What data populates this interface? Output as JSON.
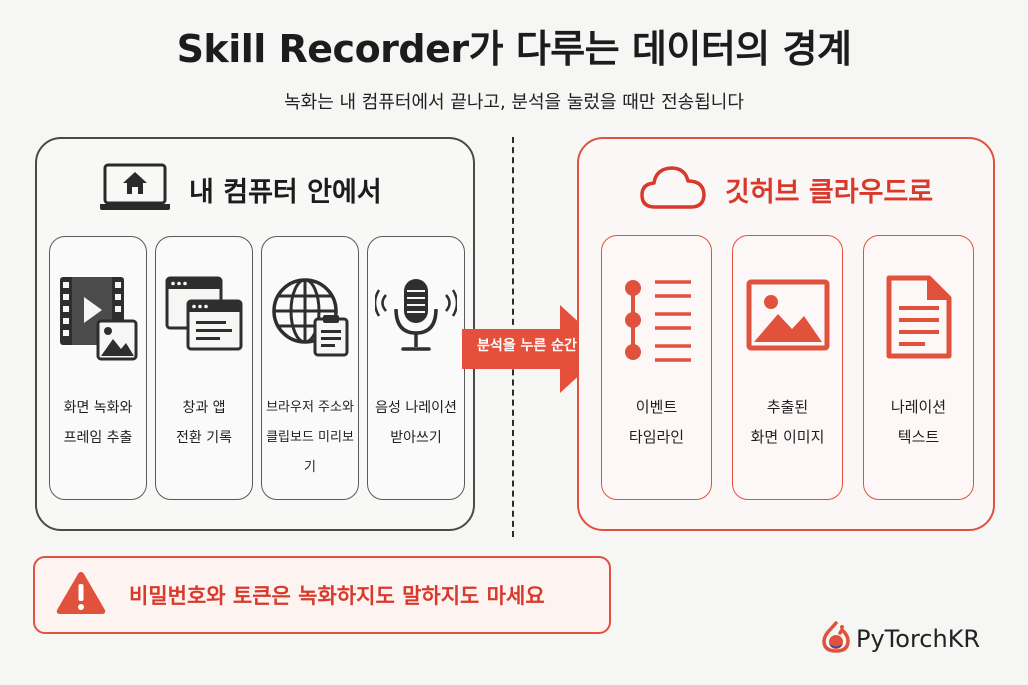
{
  "title": "Skill Recorder가 다루는 데이터의 경계",
  "subtitle": "녹화는 내 컴퓨터에서 끝나고, 분석을 눌렀을 때만 전송됩니다",
  "local": {
    "heading": "내 컴퓨터 안에서",
    "icon": "home-laptop-icon",
    "items": [
      {
        "icon": "video-film-icon",
        "line1": "화면 녹화와",
        "line2": "프레임 추출"
      },
      {
        "icon": "app-windows-icon",
        "line1": "창과 앱",
        "line2": "전환 기록"
      },
      {
        "icon": "globe-clipboard-icon",
        "line1": "브라우저 주소와",
        "line2": "클립보드 미리보기"
      },
      {
        "icon": "microphone-icon",
        "line1": "음성 나레이션",
        "line2": "받아쓰기"
      }
    ]
  },
  "arrow_label": "분석을 누른 순간",
  "cloud": {
    "heading": "깃허브 클라우드로",
    "icon": "cloud-icon",
    "items": [
      {
        "icon": "timeline-icon",
        "line1": "이벤트",
        "line2": "타임라인"
      },
      {
        "icon": "image-icon",
        "line1": "추출된",
        "line2": "화면 이미지"
      },
      {
        "icon": "document-icon",
        "line1": "나레이션",
        "line2": "텍스트"
      }
    ]
  },
  "warning": {
    "icon": "warning-triangle-icon",
    "text": "비밀번호와 토큰은 녹화하지도 말하지도 마세요"
  },
  "brand": {
    "icon": "pytorch-flame-icon",
    "text": "PyTorchKR"
  },
  "colors": {
    "accent": "#e1523d",
    "text": "#1c1c1c",
    "background": "#f6f6f5"
  }
}
